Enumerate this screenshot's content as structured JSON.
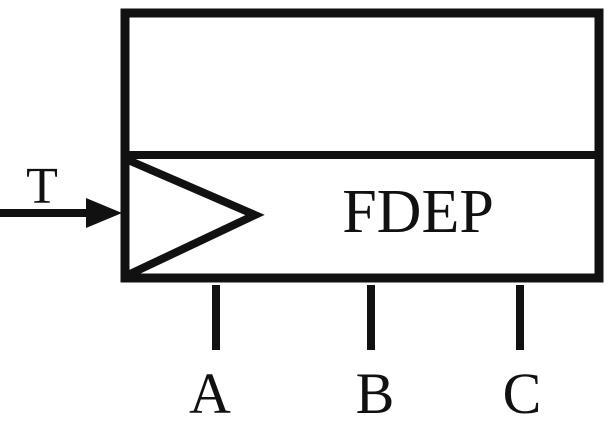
{
  "gate": {
    "label": "FDEP",
    "trigger_label": "T"
  },
  "dependents": [
    {
      "label": "A"
    },
    {
      "label": "B"
    },
    {
      "label": "C"
    }
  ],
  "colors": {
    "stroke": "#111111",
    "background": "#ffffff"
  }
}
